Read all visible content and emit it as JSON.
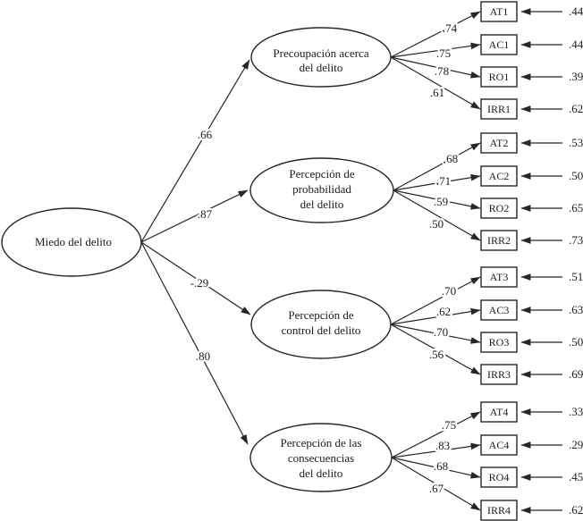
{
  "exogenous": {
    "label": "Miedo del delito"
  },
  "factors": [
    {
      "label_lines": [
        "Precoupación acerca",
        "del delito"
      ],
      "path_coefficient": ".66",
      "indicators": [
        {
          "name": "AT1",
          "loading": ".74",
          "error": ".44"
        },
        {
          "name": "AC1",
          "loading": ".75",
          "error": ".44"
        },
        {
          "name": "RO1",
          "loading": ".78",
          "error": ".39"
        },
        {
          "name": "IRR1",
          "loading": ".61",
          "error": ".62"
        }
      ]
    },
    {
      "label_lines": [
        "Percepción de",
        "probabilidad",
        "del delito"
      ],
      "path_coefficient": ".87",
      "indicators": [
        {
          "name": "AT2",
          "loading": ".68",
          "error": ".53"
        },
        {
          "name": "AC2",
          "loading": ".71",
          "error": ".50"
        },
        {
          "name": "RO2",
          "loading": ".59",
          "error": ".65"
        },
        {
          "name": "IRR2",
          "loading": ".50",
          "error": ".73"
        }
      ]
    },
    {
      "label_lines": [
        "Percepción de",
        "control del delito"
      ],
      "path_coefficient": "-.29",
      "indicators": [
        {
          "name": "AT3",
          "loading": ".70",
          "error": ".51"
        },
        {
          "name": "AC3",
          "loading": ".62",
          "error": ".63"
        },
        {
          "name": "RO3",
          "loading": ".70",
          "error": ".50"
        },
        {
          "name": "IRR3",
          "loading": ".56",
          "error": ".69"
        }
      ]
    },
    {
      "label_lines": [
        "Percepción de las",
        "consecuencias",
        "del delito"
      ],
      "path_coefficient": ".80",
      "indicators": [
        {
          "name": "AT4",
          "loading": ".75",
          "error": ".33"
        },
        {
          "name": "AC4",
          "loading": ".83",
          "error": ".29"
        },
        {
          "name": "RO4",
          "loading": ".68",
          "error": ".45"
        },
        {
          "name": "IRR4",
          "loading": ".67",
          "error": ".62"
        }
      ]
    }
  ],
  "colors": {
    "line": "#262626",
    "text": "#1c1c1c",
    "background": "#ffffff"
  }
}
